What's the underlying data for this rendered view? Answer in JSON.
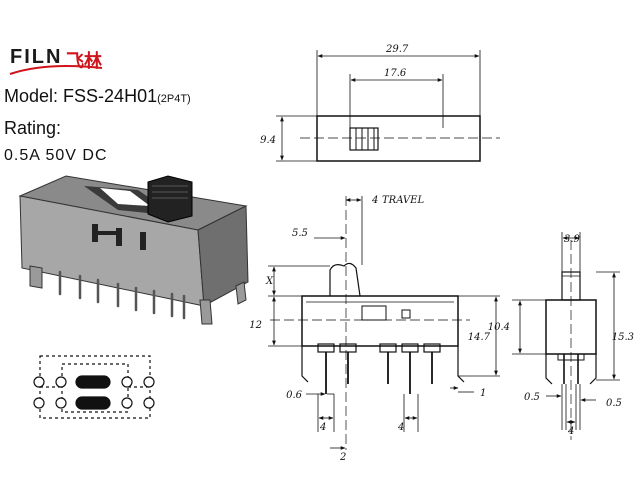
{
  "brand": {
    "latin": "FILN",
    "cjk": "飞林"
  },
  "model": {
    "label": "Model:",
    "number": "FSS-24H01",
    "config": "(2P4T)"
  },
  "rating": {
    "label": "Rating:",
    "value": "0.5A  50V  DC"
  },
  "dimensions": {
    "top_width": "29.7",
    "slot_width": "17.6",
    "height": "9.4",
    "travel_value": "4",
    "travel_label": "TRAVEL",
    "actuator_offset": "5.5",
    "x_label": "X",
    "body_height": "12",
    "total_height": "14.7",
    "pin_width": "0.6",
    "pin_spacing_left": "4",
    "pin_spacing_right": "4",
    "pin_offset": "2",
    "pin_thickness": "1",
    "side_actuator_width": "3.9",
    "side_body_height": "10.4",
    "side_total_height": "15.3",
    "side_pin_left": "0.5",
    "side_pin_right": "0.5",
    "side_pin_spacing": "4"
  },
  "colors": {
    "brand_red": "#d0141b",
    "line": "#111111"
  }
}
